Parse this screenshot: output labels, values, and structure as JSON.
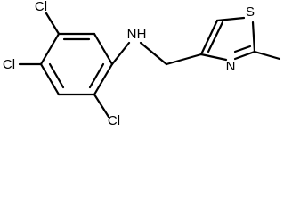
{
  "molecule": {
    "atoms": {
      "nh": "N",
      "h": "H",
      "cl_top": "Cl",
      "cl_mid": "Cl",
      "cl_bottom": "Cl",
      "s": "S",
      "n_ring": "N"
    },
    "colors": {
      "bond": "#000000",
      "text": "#000000",
      "background": "#ffffff"
    }
  }
}
